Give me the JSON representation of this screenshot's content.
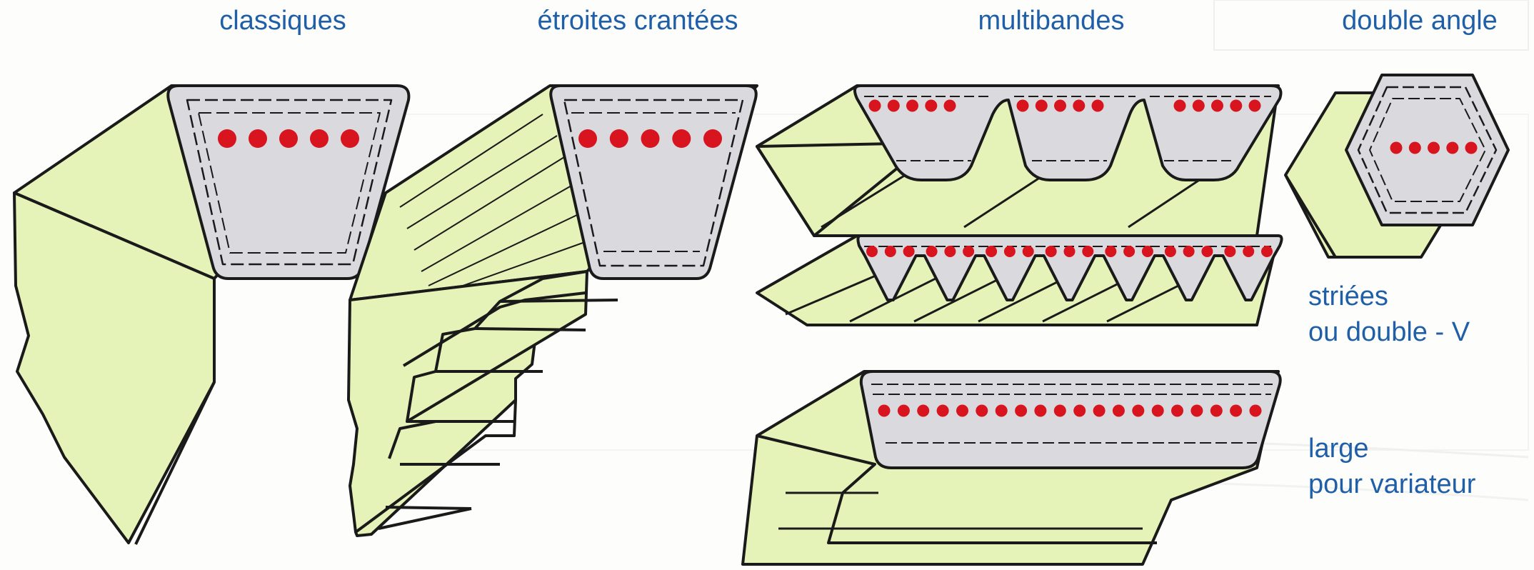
{
  "colors": {
    "belt_body": "#e5f2b8",
    "belt_section": "#d9d9de",
    "cords": "#d8141e",
    "outline": "#1a1a1a",
    "label_text": "#1f5fa8"
  },
  "labels": {
    "classiques": "classiques",
    "etroites": "étroites crantées",
    "multibandes": "multibandes",
    "double_angle": "double angle",
    "striees_line1": "striées",
    "striees_line2": "ou double - V",
    "large_line1": "large",
    "large_line2": "pour variateur"
  },
  "belts": [
    {
      "id": "classique",
      "cords": 5,
      "icon": "v-belt-cross-section"
    },
    {
      "id": "etroite-crantee",
      "cords": 5,
      "icon": "notched-v-belt-cross-section"
    },
    {
      "id": "multibandes",
      "cords": 15,
      "icon": "multi-band-belt-cross-section"
    },
    {
      "id": "double-angle",
      "cords": 5,
      "icon": "hexagonal-belt-cross-section"
    },
    {
      "id": "striee",
      "cords": 21,
      "icon": "ribbed-belt-cross-section"
    },
    {
      "id": "large-variateur",
      "cords": 20,
      "icon": "wide-variable-speed-belt-cross-section"
    }
  ]
}
